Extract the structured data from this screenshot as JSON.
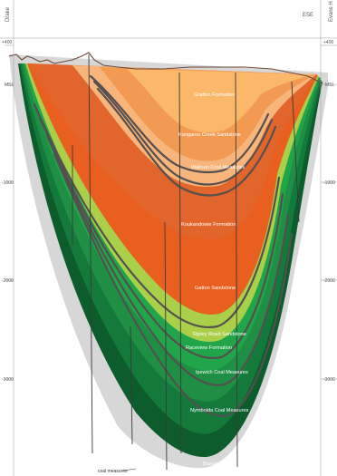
{
  "directions": {
    "left": "Drake",
    "east": "ESE",
    "right": "Evans H"
  },
  "depth_axis": {
    "left": [
      "+400",
      "MSL",
      "-1000",
      "-2000",
      "-3000"
    ],
    "right": [
      "+400",
      "MSL",
      "-1000",
      "-2000",
      "-3000"
    ]
  },
  "formations": [
    {
      "key": "grafton",
      "name": "Grafton Formation",
      "color": "#fbb869"
    },
    {
      "key": "kangaroo_creek",
      "name": "Kangaroo Creek Sandstone",
      "color": "#f39a52"
    },
    {
      "key": "walloon",
      "name": "Walloon Coal Measures",
      "color": "#f7b57c"
    },
    {
      "key": "koukandowie",
      "name": "Koukandowie Formation",
      "color": "#e2652b"
    },
    {
      "key": "gatton",
      "name": "Gatton Sandstone",
      "color": "#e95f1f"
    },
    {
      "key": "ripley_road",
      "name": "Ripley Road Sandstone",
      "color": "#aad04a"
    },
    {
      "key": "raceview",
      "name": "Raceview Formation",
      "color": "#20a54a"
    },
    {
      "key": "ipswich",
      "name": "Ipswich Coal Measures",
      "color": "#1f8f45"
    },
    {
      "key": "nymboida",
      "name": "Nymboida Coal Measures",
      "color": "#147a3c"
    },
    {
      "key": "basement",
      "name": "Basement",
      "color": "#0d5d2c"
    }
  ],
  "annotations": {
    "coal_measures": "coal measures"
  },
  "colors": {
    "basin_halo": "#d7d7d7",
    "coal_seam": "#555050",
    "fault": "#3a3a3a",
    "axis_line": "#9a9a9a"
  }
}
